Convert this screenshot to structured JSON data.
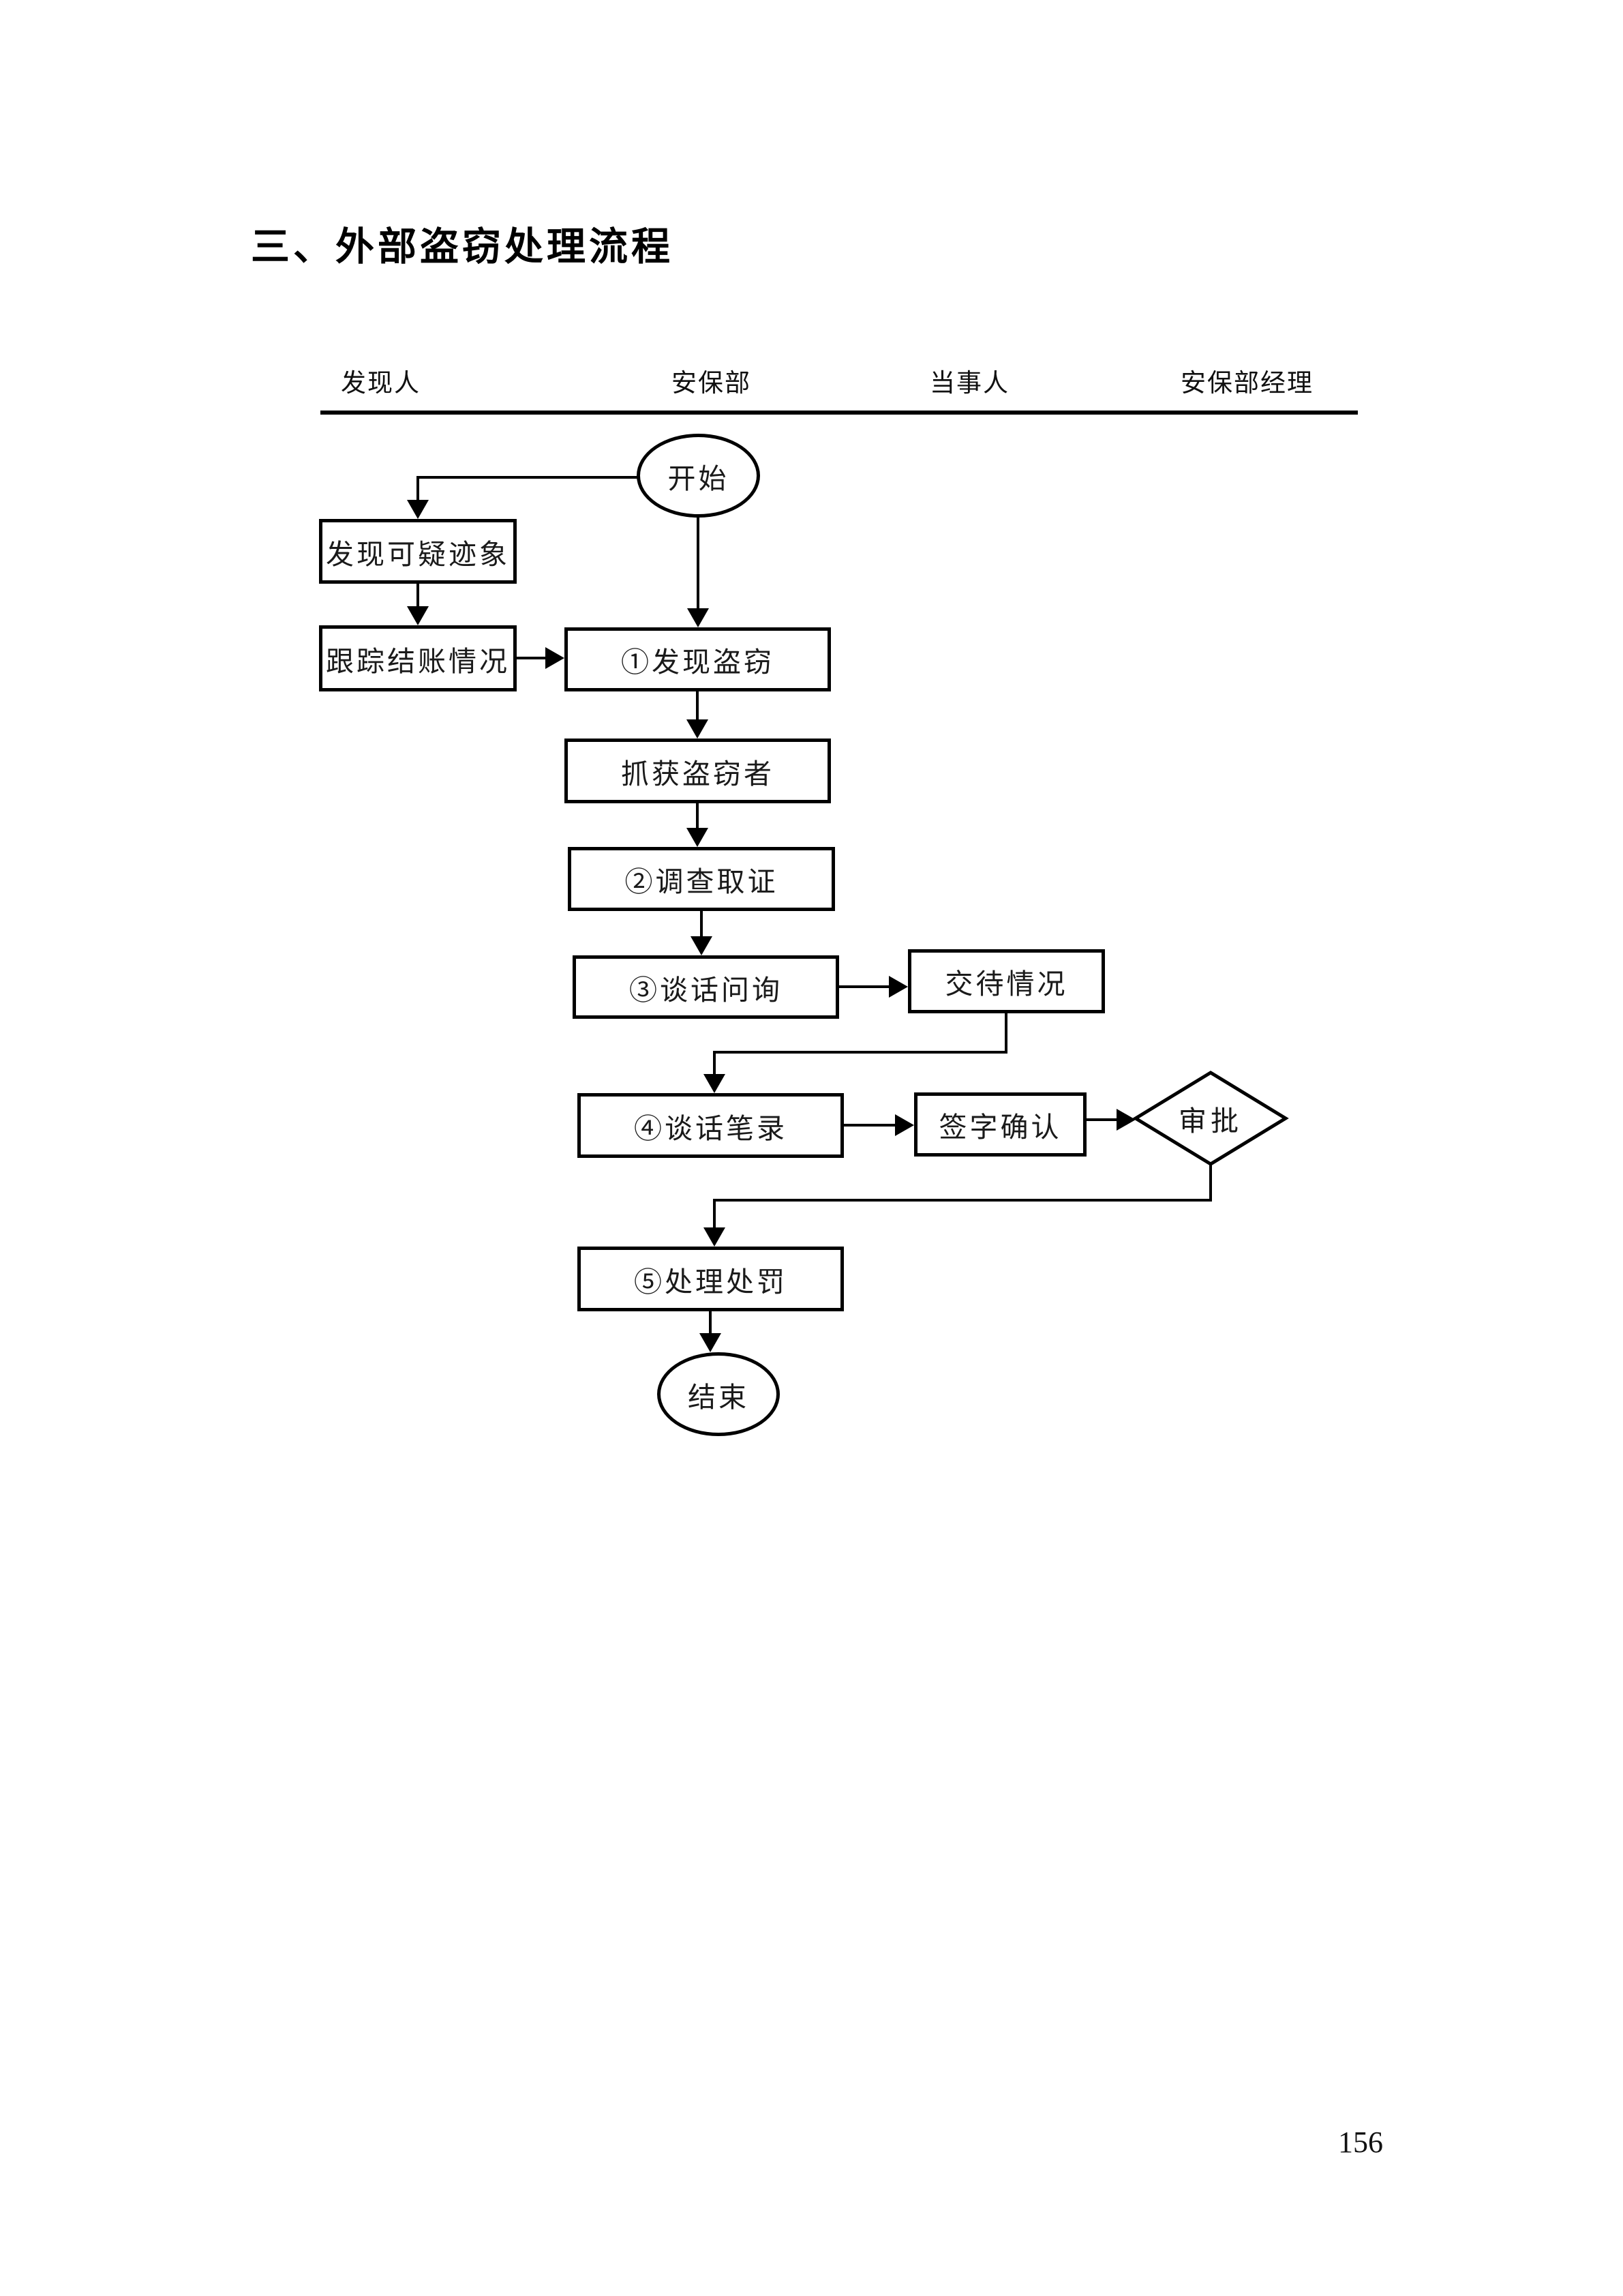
{
  "page": {
    "title": "三、外部盗窃处理流程",
    "page_number": "156"
  },
  "lanes": [
    {
      "label": "发现人"
    },
    {
      "label": "安保部"
    },
    {
      "label": "当事人"
    },
    {
      "label": "安保部经理"
    }
  ],
  "flowchart": {
    "nodes": {
      "start": {
        "label": "开始",
        "type": "terminator"
      },
      "suspect_signs": {
        "label": "发现可疑迹象",
        "type": "process"
      },
      "track_checkout": {
        "label": "跟踪结账情况",
        "type": "process"
      },
      "discover_theft": {
        "label": "①发现盗窃",
        "type": "process"
      },
      "capture_thief": {
        "label": "抓获盗窃者",
        "type": "process"
      },
      "investigate": {
        "label": "②调查取证",
        "type": "process"
      },
      "interview": {
        "label": "③谈话问询",
        "type": "process"
      },
      "explain": {
        "label": "交待情况",
        "type": "process"
      },
      "transcript": {
        "label": "④谈话笔录",
        "type": "process"
      },
      "sign_confirm": {
        "label": "签字确认",
        "type": "process"
      },
      "approve": {
        "label": "审批",
        "type": "decision"
      },
      "punish": {
        "label": "⑤处理处罚",
        "type": "process"
      },
      "end": {
        "label": "结束",
        "type": "terminator"
      }
    },
    "edges": [
      "start→suspect_signs",
      "suspect_signs→track_checkout",
      "track_checkout→discover_theft",
      "start→discover_theft",
      "discover_theft→capture_thief",
      "capture_thief→investigate",
      "investigate→interview",
      "interview→explain",
      "explain→transcript",
      "transcript→sign_confirm",
      "sign_confirm→approve",
      "approve→punish",
      "punish→end"
    ],
    "line_color": "#000000",
    "box_fill": "#ffffff"
  }
}
